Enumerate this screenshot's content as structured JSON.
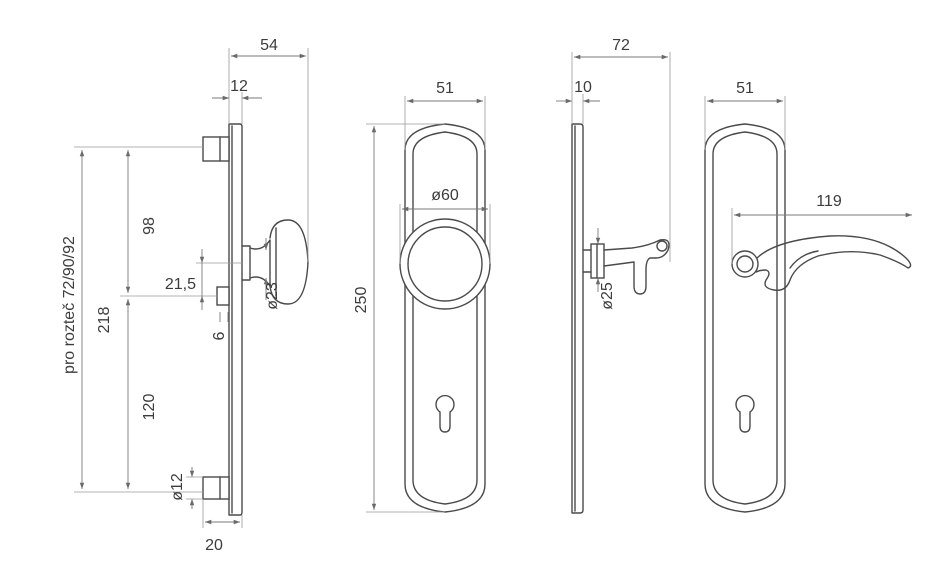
{
  "colors": {
    "line": "#4a4a4a",
    "dimension": "#7a7a7a",
    "text": "#3c3c3c",
    "background": "#ffffff"
  },
  "side_view_knob": {
    "pitch_label": "pro rozteč 72/90/92",
    "overall_length": "218",
    "upper_spacing": "98",
    "lower_spacing": "120",
    "projection_total": "54",
    "plate_thickness": "12",
    "offset_21_5": "21,5",
    "knob_neck_diameter": "ø23",
    "spindle_size": "6",
    "screw_diameter": "ø12",
    "base_width": "20"
  },
  "front_view_knob": {
    "plate_width": "51",
    "plate_height": "250",
    "knob_diameter": "ø60"
  },
  "side_view_lever": {
    "projection_total": "72",
    "plate_thickness": "10",
    "rose_diameter": "ø25"
  },
  "front_view_lever": {
    "plate_width": "51",
    "lever_length": "119"
  }
}
